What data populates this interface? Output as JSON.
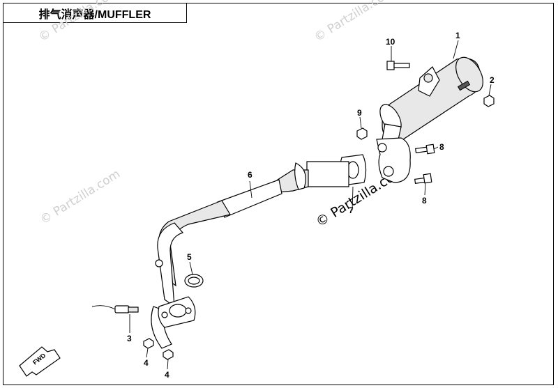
{
  "title": "排气消声器/MUFFLER",
  "watermark": "© Partzilla.com",
  "fwd_label": "FWD",
  "callouts": [
    "1",
    "2",
    "3",
    "4",
    "4",
    "5",
    "6",
    "7",
    "8",
    "8",
    "9",
    "10"
  ]
}
